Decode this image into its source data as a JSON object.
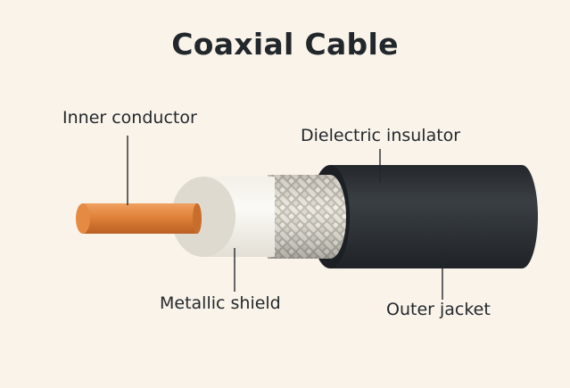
{
  "title": "Coaxial Cable",
  "labels": {
    "inner_conductor": "Inner conductor",
    "dielectric_insulator": "Dielectric insulator",
    "metallic_shield": "Metallic shield",
    "outer_jacket": "Outer jacket"
  },
  "colors": {
    "background": "#f9f3e9",
    "copper": "#e0823a",
    "dielectric": "#f4f1ea",
    "shield": "#d8d4c8",
    "jacket": "#2b2f33",
    "text": "#23282d"
  }
}
